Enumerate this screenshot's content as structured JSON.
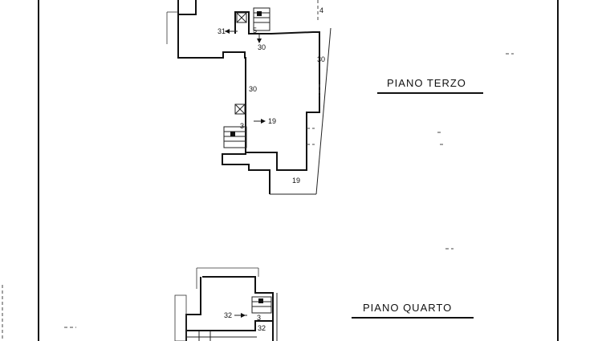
{
  "floor_plans": [
    {
      "title": "PIANO TERZO",
      "labels": [
        "31",
        "5",
        "30",
        "30",
        "30",
        "3",
        "19",
        "19",
        "4"
      ]
    },
    {
      "title": "PIANO QUARTO",
      "labels": [
        "32",
        "3",
        "32"
      ]
    }
  ],
  "colors": {
    "ink": "#111111",
    "paper": "#ffffff"
  }
}
